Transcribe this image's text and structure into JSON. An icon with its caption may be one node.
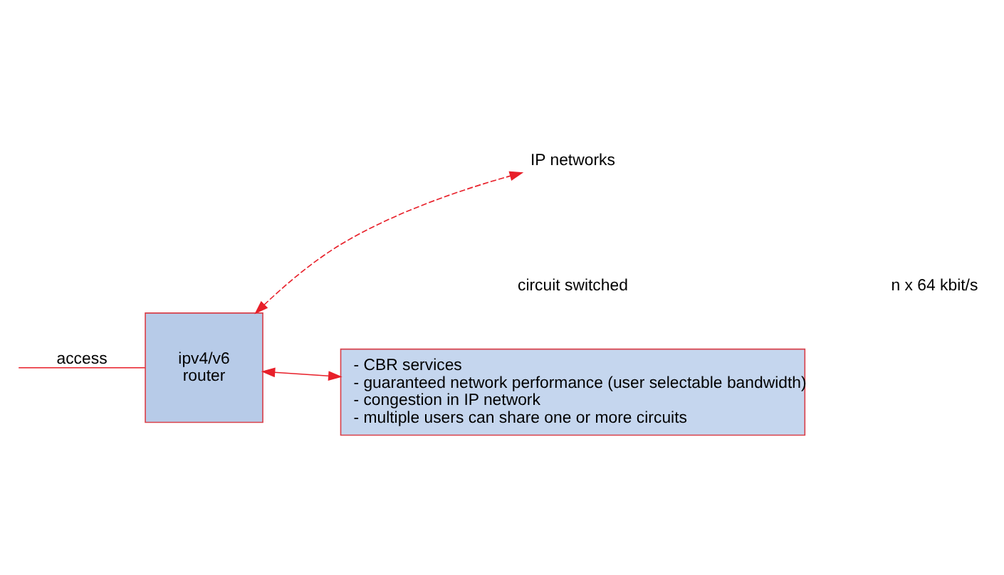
{
  "diagram": {
    "nodes": [
      {
        "text": [
          "ipv4/v6",
          "router"
        ]
      },
      {
        "text": [
          "IP networks"
        ]
      },
      {
        "text": [
          "- CBR services",
          "- guaranteed network performance (user selectable bandwidth)",
          "- congestion in IP network",
          "- multiple users can share one or more circuits"
        ]
      }
    ],
    "edges": [
      {
        "from": null,
        "to": 0,
        "arrow": "none",
        "label": "access"
      },
      {
        "from": 0,
        "to": 1,
        "arrow": "both",
        "style": "dashed"
      },
      {
        "from": 0,
        "to": 2,
        "arrow": "both"
      }
    ],
    "labels": [
      "circuit switched",
      "n x 64 kbit/s"
    ]
  }
}
